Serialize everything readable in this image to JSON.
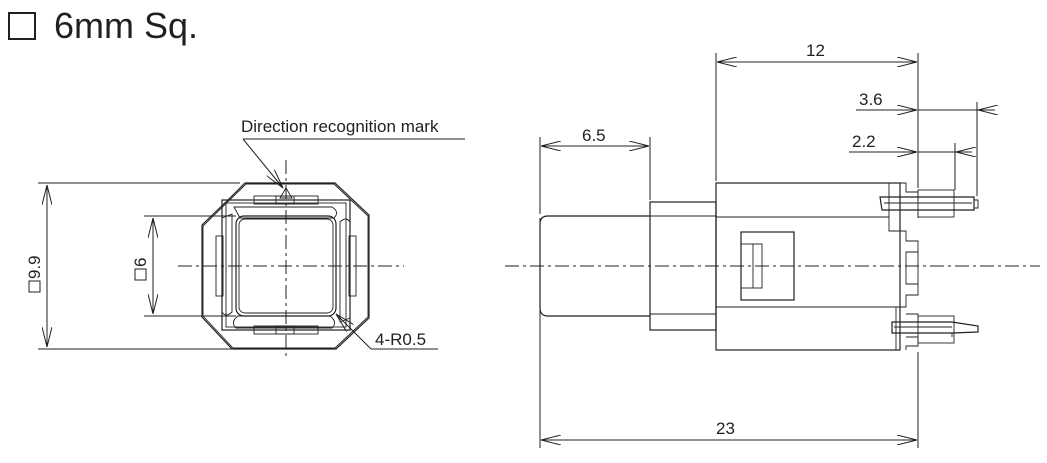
{
  "title": {
    "icon": "square-symbol",
    "text": "6mm Sq."
  },
  "front_view": {
    "annotation_mark": "Direction recognition mark",
    "dim_outer": {
      "symbol": "□",
      "value": "9.9"
    },
    "dim_inner": {
      "symbol": "□",
      "value": "6"
    },
    "corner_radius": "4-R0.5"
  },
  "side_view": {
    "dim_overall": "23",
    "dim_cap": "6.5",
    "dim_body": "12",
    "dim_terminal_long": "3.6",
    "dim_terminal_short": "2.2"
  },
  "colors": {
    "line": "#231f20",
    "background": "#ffffff"
  }
}
